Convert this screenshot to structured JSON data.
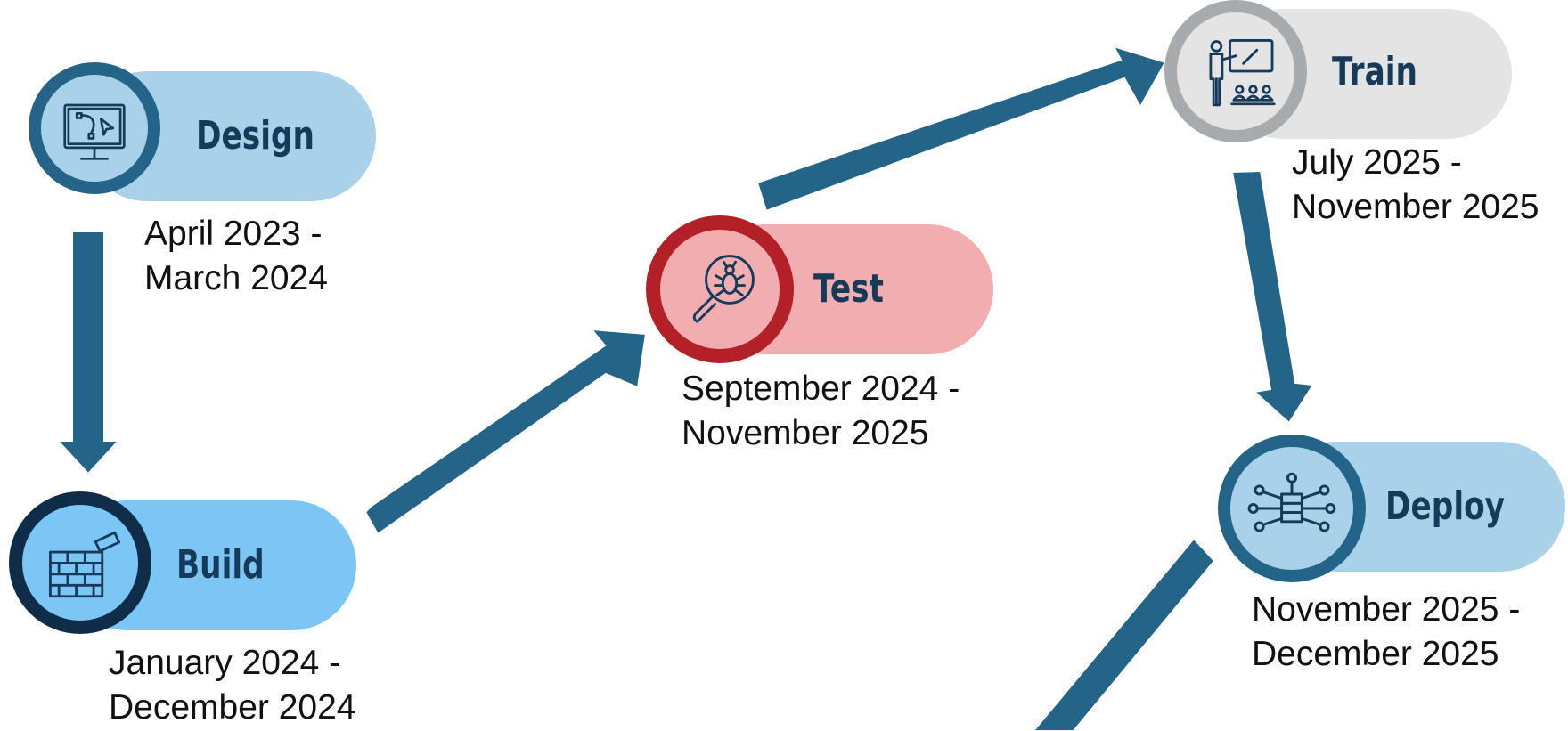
{
  "colors": {
    "arrow": "#236488",
    "label_text": "#153a5a",
    "date_text": "#111111"
  },
  "stages": [
    {
      "id": "design",
      "label": "Design",
      "date_start": "April 2023 -",
      "date_end": "March 2024",
      "icon": "monitor-vector-icon",
      "ring_color": "#236488",
      "fill_color": "#a9d2ea",
      "pill_color": "#a9d2ea"
    },
    {
      "id": "build",
      "label": "Build",
      "date_start": "January 2024 -",
      "date_end": "December 2024",
      "icon": "brick-wall-icon",
      "ring_color": "#0f2d49",
      "fill_color": "#7cc6f6",
      "pill_color": "#7cc6f6"
    },
    {
      "id": "test",
      "label": "Test",
      "date_start": "September 2024 -",
      "date_end": "November 2025",
      "icon": "bug-search-icon",
      "ring_color": "#b32028",
      "fill_color": "#f2adb0",
      "pill_color": "#f2adb0"
    },
    {
      "id": "train",
      "label": "Train",
      "date_start": "July 2025 -",
      "date_end": "November 2025",
      "icon": "presentation-training-icon",
      "ring_color": "#a8abae",
      "fill_color": "#e4e4e4",
      "pill_color": "#e4e4e4"
    },
    {
      "id": "deploy",
      "label": "Deploy",
      "date_start": "November 2025 -",
      "date_end": "December 2025",
      "icon": "server-network-icon",
      "ring_color": "#236488",
      "fill_color": "#a9d2ea",
      "pill_color": "#a9d2ea"
    }
  ]
}
